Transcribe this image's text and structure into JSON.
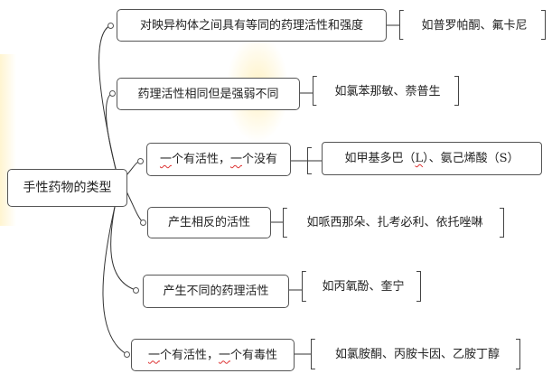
{
  "root": {
    "label": "手性药物的类型"
  },
  "branches": [
    {
      "label": "对映异构体之间具有等同的药理活性和强度",
      "example": "如普罗帕酮、氟卡尼"
    },
    {
      "label": "药理活性相同但是强弱不同",
      "example": "如氯苯那敏、萘普生"
    },
    {
      "label_parts": [
        "一",
        "个有活性，",
        "一",
        "个没有"
      ],
      "example_parts": [
        "如甲基多巴（",
        "L",
        "）、氨己烯酸（S）"
      ]
    },
    {
      "label": "产生相反的活性",
      "example": "如哌西那朵、扎考必利、依托唑啉"
    },
    {
      "label": "产生不同的药理活性",
      "example": "如丙氧酚、奎宁"
    },
    {
      "label_parts": [
        "一",
        "个有活性，",
        "一",
        "个有毒性"
      ],
      "example": "如氯胺酮、丙胺卡因、乙胺丁醇"
    }
  ],
  "colors": {
    "line": "#333333",
    "border": "#555555",
    "spellcheck": "#dd3333",
    "glow": "#ffecaa"
  }
}
